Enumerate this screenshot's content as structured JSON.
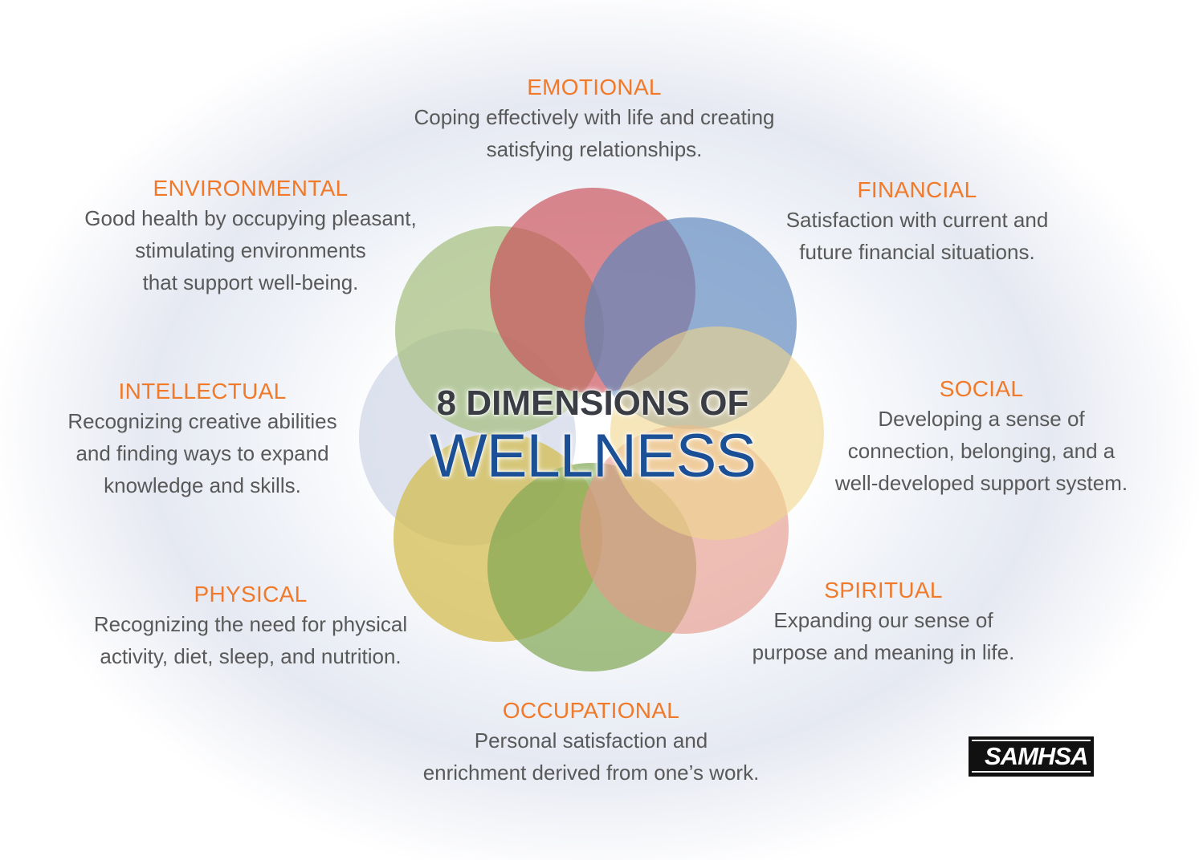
{
  "title": {
    "line1": "8 DIMENSIONS OF",
    "line2": "WELLNESS"
  },
  "dimensions": [
    {
      "key": "emotional",
      "title": "EMOTIONAL",
      "description": "Coping effectively with life and creating\nsatisfying relationships.",
      "color": "#c94a55"
    },
    {
      "key": "financial",
      "title": "FINANCIAL",
      "description": "Satisfaction with current and\nfuture financial situations.",
      "color": "#5d86bd"
    },
    {
      "key": "social",
      "title": "SOCIAL",
      "description": "Developing a sense of\nconnection, belonging, and a\nwell-developed support system.",
      "color": "#f0d68a"
    },
    {
      "key": "spiritual",
      "title": "SPIRITUAL",
      "description": "Expanding our sense of\npurpose and meaning in life.",
      "color": "#e4978a"
    },
    {
      "key": "occupational",
      "title": "OCCUPATIONAL",
      "description": "Personal satisfaction and\nenrichment derived from one’s work.",
      "color": "#80a653"
    },
    {
      "key": "physical",
      "title": "PHYSICAL",
      "description": "Recognizing the need for physical\nactivity, diet, sleep, and nutrition.",
      "color": "#d3bb4e"
    },
    {
      "key": "intellectual",
      "title": "INTELLECTUAL",
      "description": "Recognizing creative abilities\nand finding ways to expand\nknowledge and skills.",
      "color": "#c8d0e4"
    },
    {
      "key": "environmental",
      "title": "ENVIRONMENTAL",
      "description": "Good health by occupying pleasant,\nstimulating environments\nthat support well-being.",
      "color": "#a6bf80"
    }
  ],
  "colors": {
    "heading": "#f07a2a",
    "body_text": "#595959",
    "title_dark": "#3b3d45",
    "title_blue": "#1b4f96"
  },
  "logo": {
    "name": "SAMHSA"
  }
}
